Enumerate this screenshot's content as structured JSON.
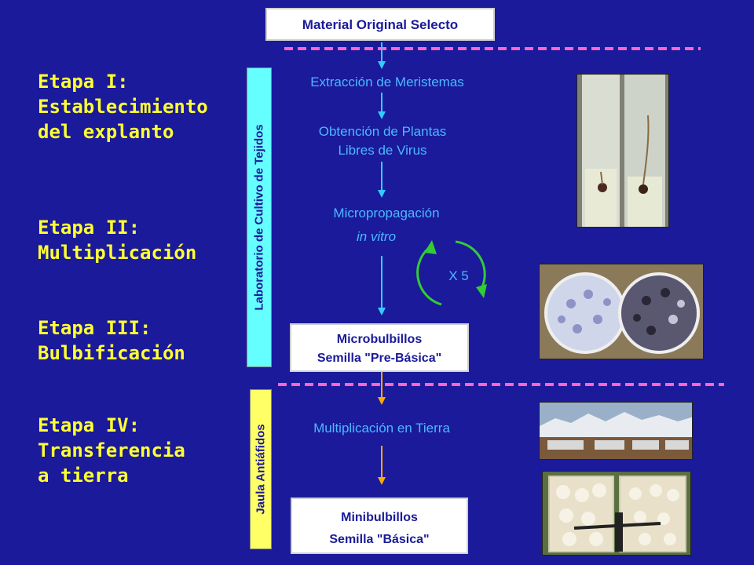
{
  "stages": [
    {
      "lines": [
        "Etapa I:",
        "Establecimiento",
        "del explanto"
      ]
    },
    {
      "lines": [
        "Etapa II:",
        "Multiplicación"
      ]
    },
    {
      "lines": [
        "Etapa III:",
        "Bulbificación"
      ]
    },
    {
      "lines": [
        "Etapa IV:",
        "Transferencia",
        "a tierra"
      ]
    }
  ],
  "top_box": "Material Original Selecto",
  "lab_label": "Laboratorio de Cultivo de Tejidos",
  "cage_label": "Jaula Antiáfidos",
  "steps": {
    "extraction": "Extracción de Meristemas",
    "virus_free_1": "Obtención de Plantas",
    "virus_free_2": "Libres de Virus",
    "microprop_1": "Micropropagación",
    "microprop_2": "in vitro",
    "cycle": "X 5",
    "soil": "Multiplicación en Tierra"
  },
  "micro_box": {
    "line1": "Microbulbillos",
    "line2": "Semilla \"Pre-Básica\""
  },
  "mini_box": {
    "line1": "Minibulbillos",
    "line2": "Semilla \"Básica\""
  },
  "colors": {
    "background": "#1a1a9a",
    "stage_text": "#ffff33",
    "step_text": "#4db8ff",
    "dashed_line": "#ff66cc",
    "lab_bar": "#66ffff",
    "cage_bar": "#ffff66",
    "arrow_cyan": "#33ccff",
    "arrow_orange": "#ffaa00",
    "cycle_arrow": "#33cc33"
  }
}
